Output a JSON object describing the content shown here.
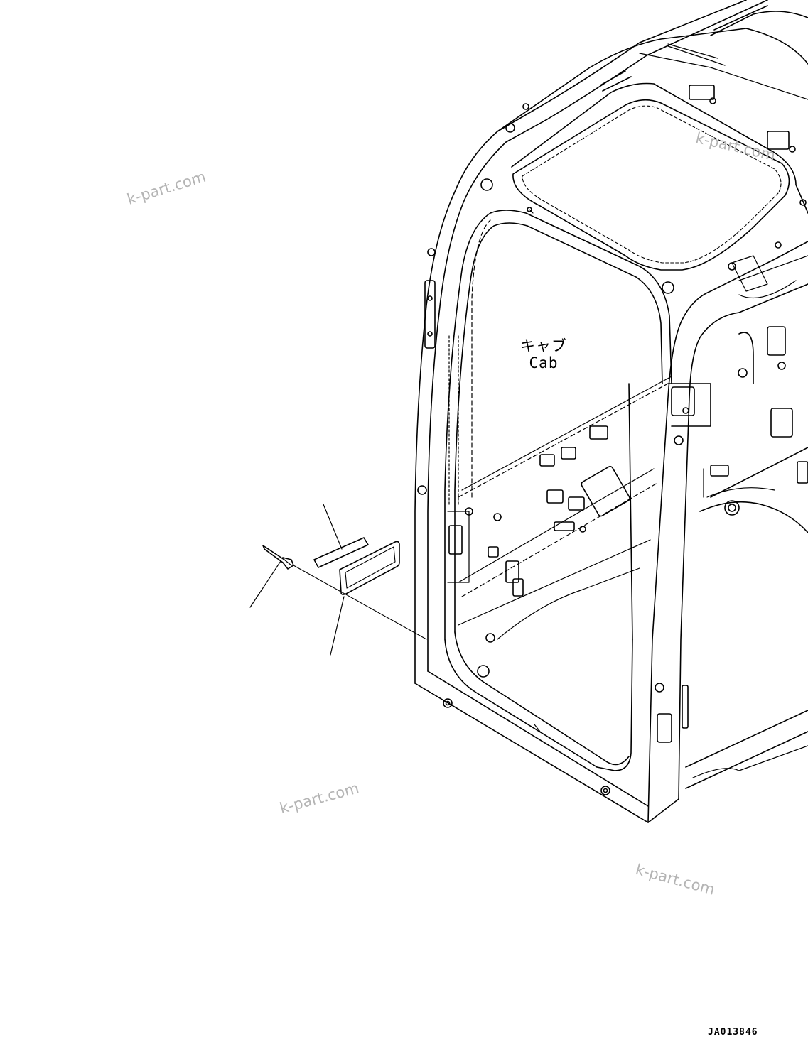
{
  "labels": {
    "cab_jp": "キャブ",
    "cab_en": "Cab",
    "drawing_code": "JA013846"
  },
  "watermarks": [
    "k-part.com",
    "k-part.com",
    "k-part.com",
    "k-part.com"
  ],
  "colors": {
    "line": "#000000",
    "watermark": "#b4b4b4",
    "background": "#ffffff"
  }
}
